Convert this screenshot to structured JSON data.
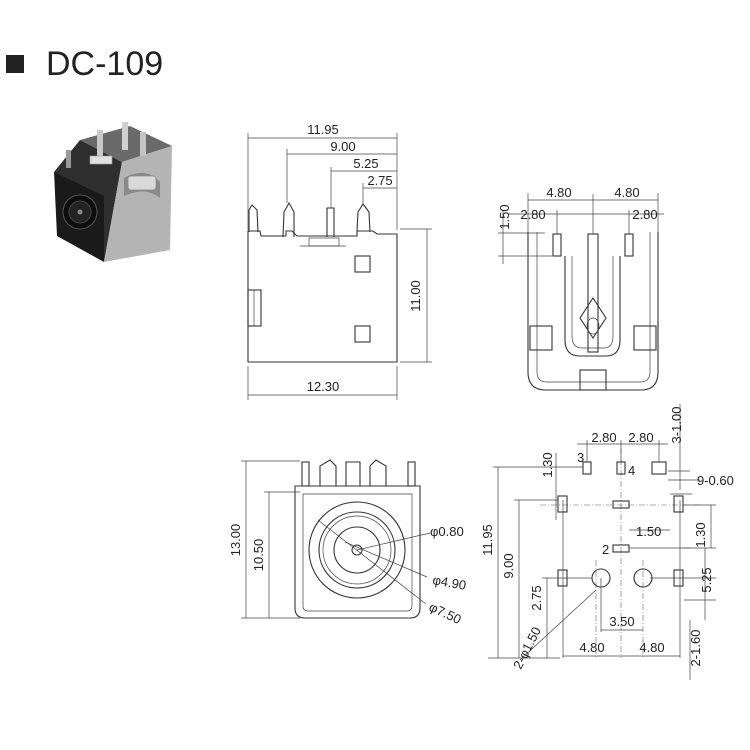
{
  "title": "DC-109",
  "front_view": {
    "dims": [
      "11.95",
      "9.00",
      "5.25",
      "2.75",
      "11.00",
      "12.30"
    ]
  },
  "side_view": {
    "dims": [
      "4.80",
      "4.80",
      "2.80",
      "2.80",
      "1.50"
    ]
  },
  "bottom_view": {
    "dims": [
      "13.00",
      "10.50",
      "φ0.80",
      "φ4.90",
      "φ7.50"
    ]
  },
  "footprint": {
    "dims": [
      "2.80",
      "2.80",
      "3-1.00",
      "1.30",
      "9-0.60",
      "11.95",
      "9.00",
      "1.50",
      "1.30",
      "2.75",
      "5.25",
      "3.50",
      "2-φ1.50",
      "4.80",
      "4.80",
      "2-1.60"
    ],
    "pins": [
      "3",
      "4",
      "2"
    ]
  }
}
